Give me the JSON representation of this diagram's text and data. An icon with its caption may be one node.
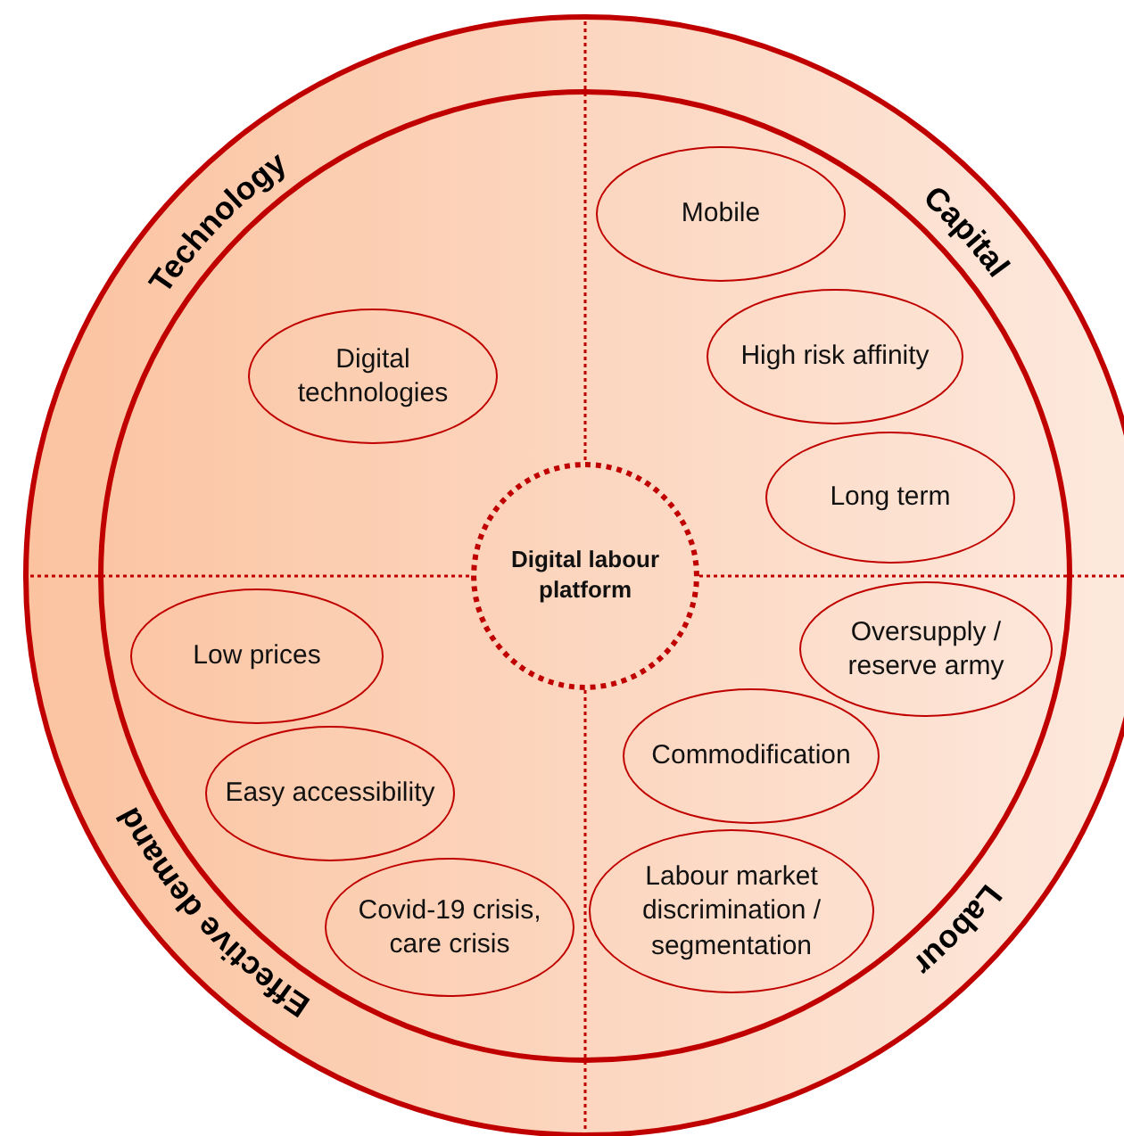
{
  "diagram": {
    "nodes": [
      {
        "text": [],
        "shape": "circle"
      },
      {
        "text": [],
        "shape": "circle",
        "in": 0
      },
      {
        "text": [
          "Digital labour platform"
        ],
        "in": 1
      },
      {
        "text": [
          "Mobile"
        ],
        "in": 1
      },
      {
        "text": [
          "High risk affinity"
        ],
        "in": 1
      },
      {
        "text": [
          "Long term"
        ],
        "in": 1
      },
      {
        "text": [
          "Digital technologies"
        ],
        "in": 1
      },
      {
        "text": [
          "Oversupply / reserve army"
        ],
        "in": 1
      },
      {
        "text": [
          "Commodification"
        ],
        "in": 1
      },
      {
        "text": [
          "Labour market discrimination / segmentation"
        ],
        "in": 1
      },
      {
        "text": [
          "Low prices"
        ],
        "in": 1
      },
      {
        "text": [
          "Easy accessibility"
        ],
        "in": 1
      },
      {
        "text": [
          "Covid-19 crisis, care crisis"
        ],
        "in": 1
      }
    ],
    "labels": [
      "Technology",
      "Capital",
      "Effective demand",
      "Labour"
    ]
  }
}
